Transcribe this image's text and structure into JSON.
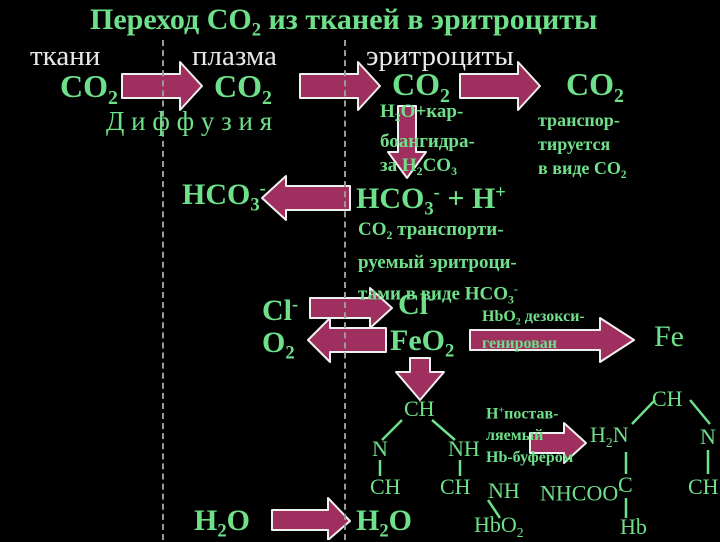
{
  "title": {
    "main": "Переход CO",
    "sub": "2",
    "rest": " из тканей в эритроциты"
  },
  "columns": {
    "tissues": "ткани",
    "plasma": "плазма",
    "erythrocytes": "эритроциты"
  },
  "co2": {
    "text": "CO",
    "sub": "2"
  },
  "diffusion": "Д и ф ф у з и я",
  "carbanhydrase": {
    "l1a": "H",
    "l1sub": "2",
    "l1b": "O+кар-",
    "l2": "боангидра-",
    "l3a": "за H",
    "l3sub1": "2",
    "l3b": "CO",
    "l3sub2": "3"
  },
  "transport": {
    "l1": "транспор-",
    "l2": "тируется",
    "l3": "в виде CO",
    "l3sub": "2"
  },
  "hco3": {
    "text": "HCO",
    "sub": "3",
    "sup": "-"
  },
  "hco3_h": {
    "plus": " + H",
    "sup": "+"
  },
  "co2_transport": {
    "l1a": "CO",
    "l1sub": "2",
    "l1b": " транспорти-",
    "l2": "руемый эритроци-",
    "l3": "тами в виде HCO",
    "l3sub": "3",
    "l3sup": "-"
  },
  "cl": {
    "text": "Cl",
    "sup": "-"
  },
  "o2": {
    "text": "O",
    "sub": "2"
  },
  "feo2": {
    "text": "FeO",
    "sub": "2"
  },
  "hbo2_label": {
    "l1a": "HbO",
    "l1sub": "2",
    "l1b": " дезокси-",
    "l2": "генирован"
  },
  "fe": "Fe",
  "h_plus_label": {
    "l1a": "H",
    "l1sup": "+",
    "l1b": "постав-",
    "l2": "ляемый",
    "l3": "Hb-буфером"
  },
  "h2n": {
    "a": "H",
    "sub": "2",
    "b": "N"
  },
  "h2o": {
    "a": "H",
    "sub": "2",
    "b": "O"
  },
  "struct_left": {
    "ch_top": "CH",
    "n": "N",
    "nh": "NH",
    "ch_bl": "CH",
    "ch_br": "CH"
  },
  "struct_mid": {
    "nh": "NH",
    "nhcoo": "NHCOO",
    "nhcoo_sup": "-",
    "c": "C"
  },
  "struct_right": {
    "ch_top": "CH",
    "n": "N",
    "ch_br": "CH"
  },
  "hbo2_bottom": {
    "a": "HbO",
    "sub": "2"
  },
  "hb": "Hb",
  "colors": {
    "green": "#6fe08a",
    "arrow_fill": "#9e2f5f",
    "arrow_stroke": "#f0f0f0",
    "background": "#000000"
  }
}
